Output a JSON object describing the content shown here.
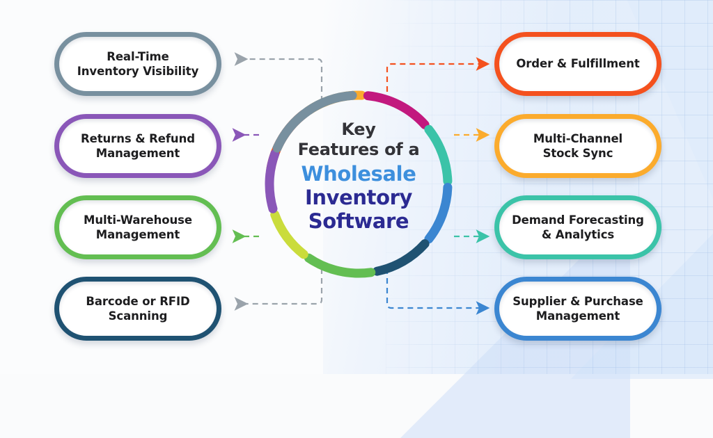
{
  "page": {
    "title": "Key Features of a Wholesale Inventory Software",
    "background_left": "#fbfcfd",
    "background_right": "#e3eefb"
  },
  "center": {
    "line1": "Key",
    "line2": "Features of a",
    "highlight1": "Wholesale",
    "highlight2": "Inventory",
    "highlight3": "Software",
    "line_color": "#333338",
    "highlight1_color": "#3d8fdd",
    "highlight23_color": "#2b2a92"
  },
  "features": {
    "left": [
      {
        "id": "real-time-inventory-visibility",
        "line1": "Real-Time",
        "line2": "Inventory Visibility",
        "color": "#78909f",
        "connector": "elbow"
      },
      {
        "id": "returns-refund-management",
        "line1": "Returns & Refund",
        "line2": "Management",
        "color": "#8a57b8",
        "connector": "straight"
      },
      {
        "id": "multi-warehouse-management",
        "line1": "Multi-Warehouse",
        "line2": "Management",
        "color": "#63be52",
        "connector": "straight"
      },
      {
        "id": "barcode-or-rfid-scanning",
        "line1": "Barcode or RFID",
        "line2": "Scanning",
        "color": "#1f5272",
        "connector": "elbow"
      }
    ],
    "right": [
      {
        "id": "order-fulfillment",
        "line1": "Order & Fulfillment",
        "line2": "",
        "color": "#f4511e",
        "connector": "elbow"
      },
      {
        "id": "multi-channel-stock-sync",
        "line1": "Multi-Channel",
        "line2": "Stock Sync",
        "color": "#fbab2d",
        "connector": "straight"
      },
      {
        "id": "demand-forecasting-analytics",
        "line1": "Demand Forecasting",
        "line2": "& Analytics",
        "color": "#3bc3a8",
        "connector": "straight"
      },
      {
        "id": "supplier-purchase-management",
        "line1": "Supplier & Purchase",
        "line2": "Management",
        "color": "#3b86d1",
        "connector": "elbow"
      }
    ]
  },
  "ring": {
    "segments": [
      {
        "name": "segment-orange",
        "color": "#f4511e",
        "start": -80,
        "end": -38
      },
      {
        "name": "segment-amber",
        "color": "#fbab2d",
        "start": -34,
        "end": 2
      },
      {
        "name": "segment-magenta",
        "color": "#c2197e",
        "start": 6,
        "end": 48
      },
      {
        "name": "segment-teal",
        "color": "#3bc3a8",
        "start": 52,
        "end": 88
      },
      {
        "name": "segment-blue",
        "color": "#3b86d1",
        "start": 92,
        "end": 128
      },
      {
        "name": "segment-navy",
        "color": "#1f5272",
        "start": 132,
        "end": 168
      },
      {
        "name": "segment-green",
        "color": "#63be52",
        "start": 172,
        "end": 214
      },
      {
        "name": "segment-lime",
        "color": "#cadc3c",
        "start": 218,
        "end": 250
      },
      {
        "name": "segment-purple",
        "color": "#8a57b8",
        "start": 254,
        "end": 290
      },
      {
        "name": "segment-slate",
        "color": "#78909f",
        "start": 294,
        "end": 356
      }
    ]
  }
}
